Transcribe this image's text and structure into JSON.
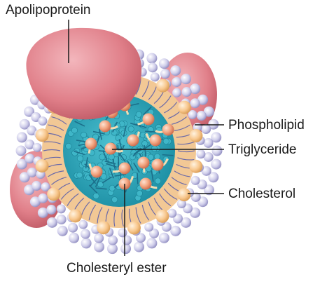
{
  "labels": {
    "apolipoprotein": "Apolipoprotein",
    "phospholipid": "Phospholipid",
    "triglyceride": "Triglyceride",
    "cholesterol": "Cholesterol",
    "cholesteryl_ester": "Cholesteryl ester"
  },
  "colors": {
    "apolipoprotein": "#d9737d",
    "phospholipid_head": "#c9c8e6",
    "cholesterol": "#f5c48c",
    "lipid_layer": "#f2c895",
    "core": "#2aa2b5",
    "cholesteryl_ester": "#f0a47e",
    "leader_line": "#1a1a1a"
  }
}
